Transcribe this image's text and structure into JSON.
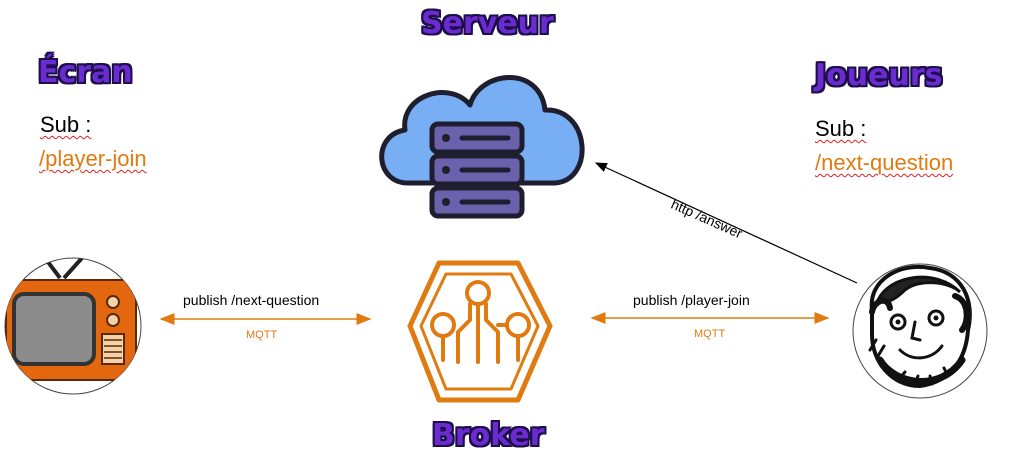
{
  "titles": {
    "server": "Serveur",
    "screen": "Écran",
    "players": "Joueurs",
    "broker": "Broker"
  },
  "screen": {
    "sub_label": "Sub :",
    "topic": "/player-join"
  },
  "players": {
    "sub_label": "Sub :",
    "topic": "/next-question"
  },
  "links": {
    "left_publish": "publish /next-question",
    "left_protocol": "MQTT",
    "right_publish": "publish /player-join",
    "right_protocol": "MQTT",
    "http": "http /answer"
  },
  "colors": {
    "title_fill": "#6a2bd0",
    "topic": "#e07b12",
    "arrow_orange": "#e07b12",
    "cloud": "#6fa6f2",
    "server_rack": "#6a5fa8",
    "tv_body": "#e06a10"
  },
  "icons": [
    "cloud-server-icon",
    "tv-icon",
    "broker-icon",
    "player-avatar-icon"
  ]
}
